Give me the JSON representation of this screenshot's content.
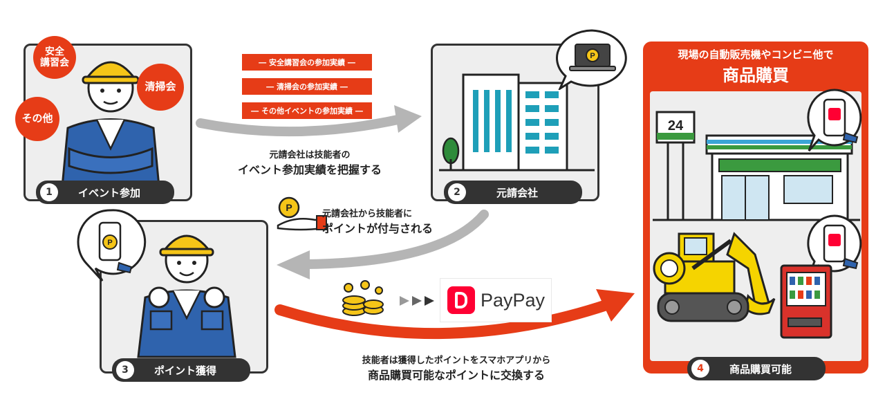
{
  "step1": {
    "number": "1",
    "label": "イベント参加",
    "bubbles": [
      "安全\n講習会",
      "清掃会",
      "その他"
    ]
  },
  "tags": [
    "― 安全講習会の参加実績 ―",
    "― 清掃会の参加実績 ―",
    "― その他イベントの参加実績 ―"
  ],
  "caption1": {
    "line1": "元請会社は技能者の",
    "line2": "イベント参加実績を把握する"
  },
  "step2": {
    "number": "2",
    "label": "元請会社"
  },
  "caption2": {
    "line1": "元請会社から技能者に",
    "line2": "ポイントが付与される"
  },
  "step3": {
    "number": "3",
    "label": "ポイント獲得"
  },
  "paypay": {
    "brand": "PayPay"
  },
  "caption3": {
    "line1": "技能者は獲得したポイントをスマホアプリから",
    "line2": "商品購買可能なポイントに交換する"
  },
  "step4": {
    "number": "4",
    "label": "商品購買可能",
    "header_line1": "現場の自動販売機やコンビニ他で",
    "header_line2": "商品購買",
    "store_sign": "24"
  },
  "coin_letter": "P",
  "colors": {
    "accent": "#e63c17",
    "dark": "#333333",
    "panel": "#eeeeee",
    "paypay_red": "#ff0033",
    "helmet": "#f5c518",
    "uniform": "#2f63ad",
    "excavator": "#f5d400"
  }
}
